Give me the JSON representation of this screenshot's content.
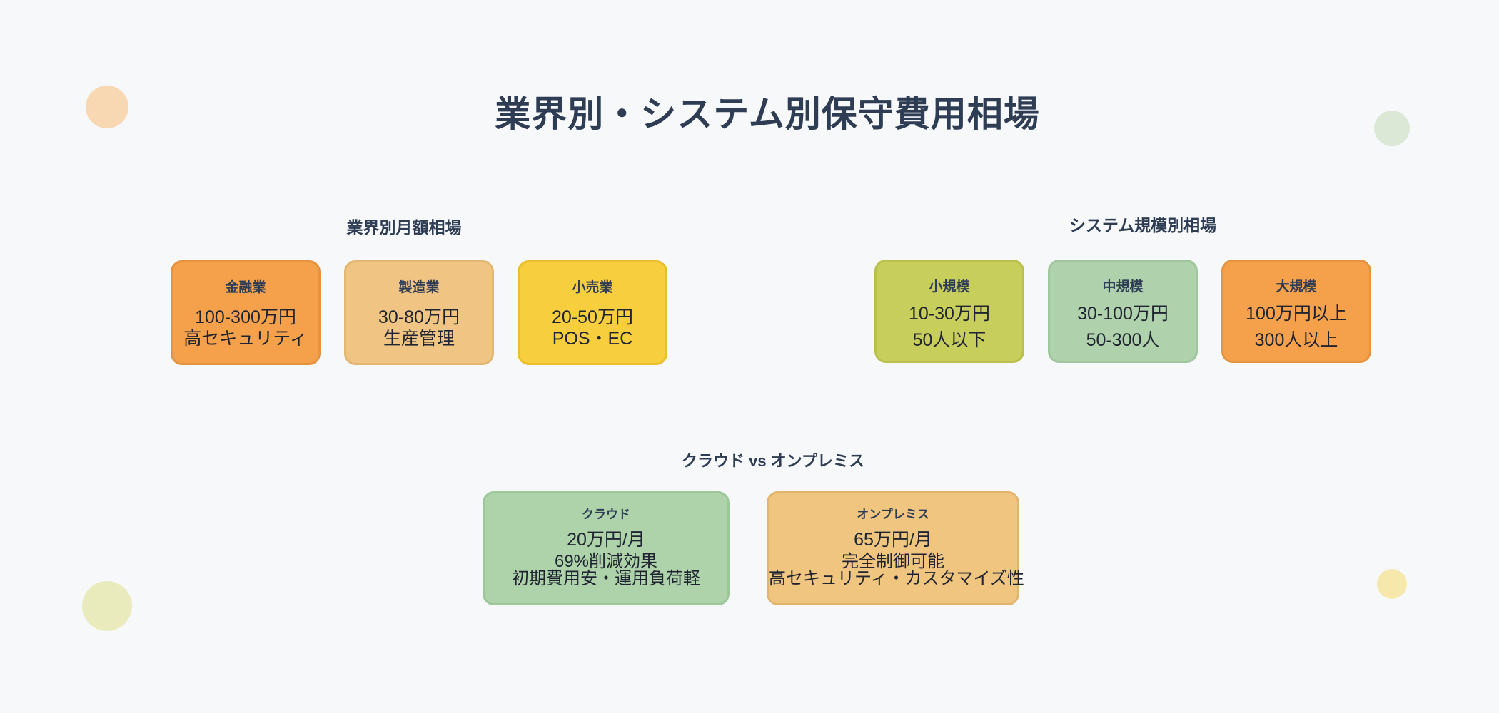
{
  "title": "業界別・システム別保守費用相場",
  "colors": {
    "background": "#f7f8fa",
    "heading_text": "#2e3d54",
    "card_text": "#1f2430"
  },
  "sections": [
    {
      "title": "業界別月額相場",
      "cards": [
        {
          "label": "金融業",
          "lines": [
            "100-300万円",
            "高セキュリティ"
          ],
          "fill": "#f5a04b",
          "border": "#e6933f"
        },
        {
          "label": "製造業",
          "lines": [
            "30-80万円",
            "生産管理"
          ],
          "fill": "#f0c483",
          "border": "#e3b671"
        },
        {
          "label": "小売業",
          "lines": [
            "20-50万円",
            "POS・EC"
          ],
          "fill": "#f7ce3e",
          "border": "#e9bf2e"
        }
      ]
    },
    {
      "title": "システム規模別相場",
      "cards": [
        {
          "label": "小規模",
          "lines": [
            "10-30万円",
            "50人以下"
          ],
          "fill": "#c7ce5c",
          "border": "#b9c14c"
        },
        {
          "label": "中規模",
          "lines": [
            "30-100万円",
            "50-300人"
          ],
          "fill": "#afd2ac",
          "border": "#9fc69c"
        },
        {
          "label": "大規模",
          "lines": [
            "100万円以上",
            "300人以上"
          ],
          "fill": "#f5a04b",
          "border": "#e6933f"
        }
      ]
    },
    {
      "title": "クラウド vs オンプレミス",
      "cards": [
        {
          "label": "クラウド",
          "lines": [
            "20万円/月",
            "69%削減効果",
            "初期費用安・運用負荷軽"
          ],
          "fill": "#aed3ab",
          "border": "#9cc79a"
        },
        {
          "label": "オンプレミス",
          "lines": [
            "65万円/月",
            "完全制御可能",
            "高セキュリティ・カスタマイズ性"
          ],
          "fill": "#f0c580",
          "border": "#e2b56e"
        }
      ]
    }
  ],
  "decor_circles": [
    {
      "name": "top-left",
      "color": "#f8d8b3"
    },
    {
      "name": "top-right",
      "color": "#dbe8d6"
    },
    {
      "name": "bottom-left",
      "color": "#e9ebbd"
    },
    {
      "name": "bottom-right",
      "color": "#f6e8ab"
    }
  ]
}
